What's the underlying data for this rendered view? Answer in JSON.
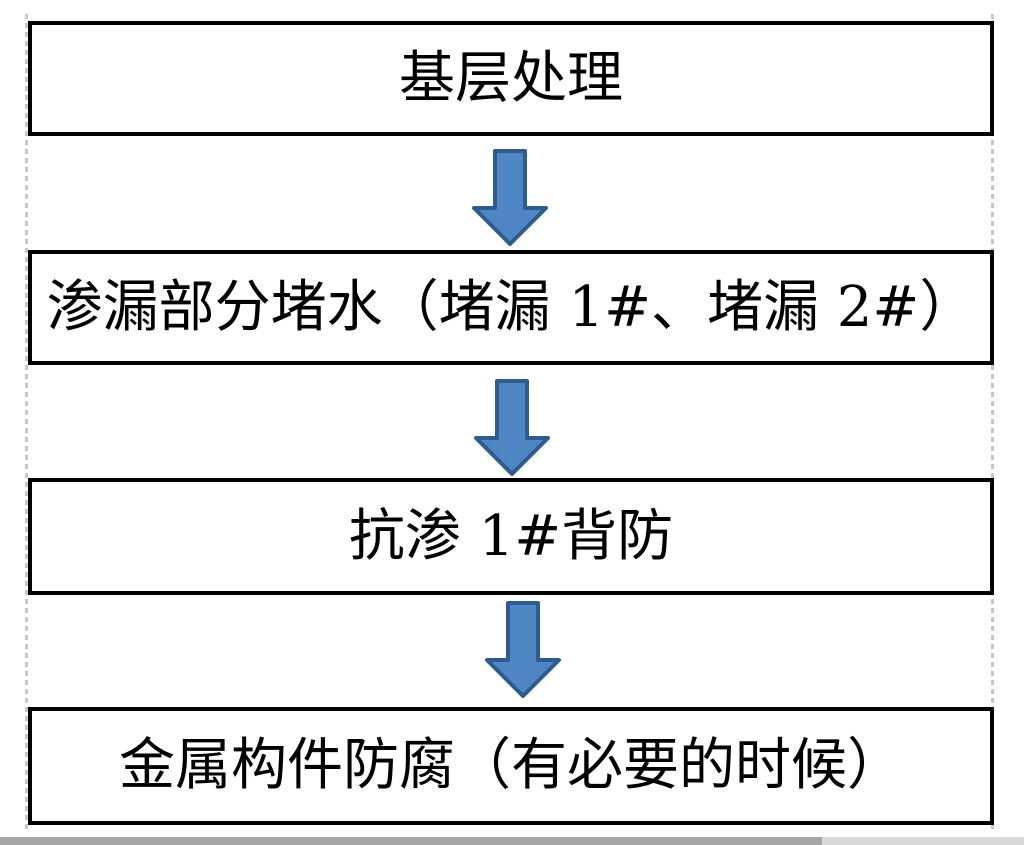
{
  "diagram": {
    "type": "flowchart",
    "direction": "top-down",
    "nodes": [
      {
        "id": "step-1",
        "label": "基层处理"
      },
      {
        "id": "step-2",
        "label": "渗漏部分堵水（堵漏 1#、堵漏 2#）"
      },
      {
        "id": "step-3",
        "label": "抗渗 1#背防"
      },
      {
        "id": "step-4",
        "label": "金属构件防腐（有必要的时候）"
      }
    ],
    "connectors": [
      {
        "from": "step-1",
        "to": "step-2",
        "icon": "down-arrow-icon"
      },
      {
        "from": "step-2",
        "to": "step-3",
        "icon": "down-arrow-icon"
      },
      {
        "from": "step-3",
        "to": "step-4",
        "icon": "down-arrow-icon"
      }
    ],
    "colors": {
      "arrow_fill": "#4f86c4",
      "arrow_border": "#2e5c8f",
      "box_border": "#000000",
      "box_background": "#ffffff",
      "frame_dash": "#c8c8c8",
      "scrollbar_thumb": "#a6a6a6",
      "scrollbar_track": "#d9d9d9"
    }
  }
}
